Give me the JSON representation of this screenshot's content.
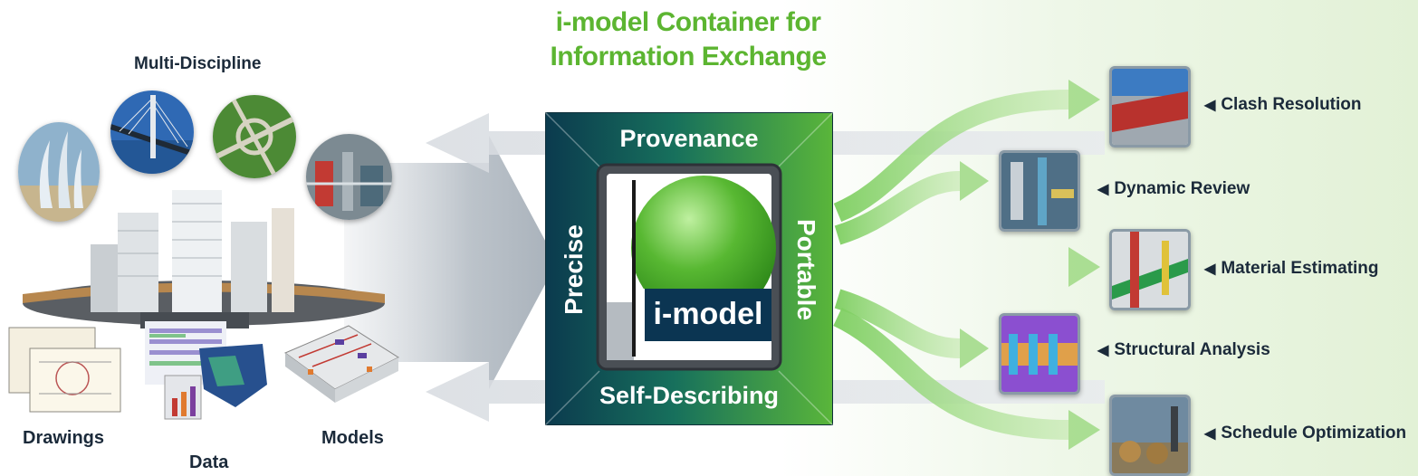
{
  "title": {
    "line1": "i-model Container for",
    "line2": "Information Exchange"
  },
  "left": {
    "multi_discipline": "Multi-Discipline",
    "drawings": "Drawings",
    "data": "Data",
    "models": "Models"
  },
  "container": {
    "top": "Provenance",
    "left": "Precise",
    "right": "Portable",
    "bottom": "Self-Describing",
    "center": "i-model"
  },
  "applications": [
    {
      "label": "Clash Resolution"
    },
    {
      "label": "Dynamic Review"
    },
    {
      "label": "Material Estimating"
    },
    {
      "label": "Structural Analysis"
    },
    {
      "label": "Schedule Optimization"
    }
  ],
  "colors": {
    "accent_green": "#5cb531",
    "container_teal": "#0e4a5a",
    "label_text": "#1b2a3a"
  }
}
